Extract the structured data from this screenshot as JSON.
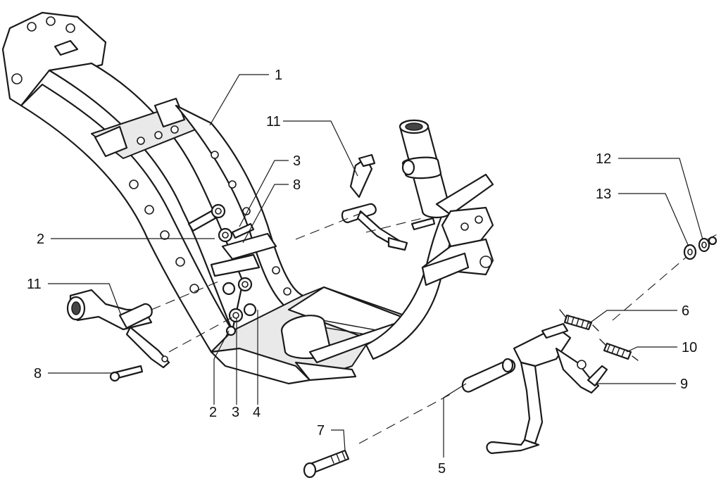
{
  "callouts": {
    "c1": "1",
    "c2_left": "2",
    "c2_bottom": "2",
    "c3_top": "3",
    "c3_bottom": "3",
    "c4": "4",
    "c5": "5",
    "c6": "6",
    "c7": "7",
    "c8_top": "8",
    "c8_left": "8",
    "c9": "9",
    "c10": "10",
    "c11_top": "11",
    "c11_left": "11",
    "c12": "12",
    "c13": "13"
  }
}
